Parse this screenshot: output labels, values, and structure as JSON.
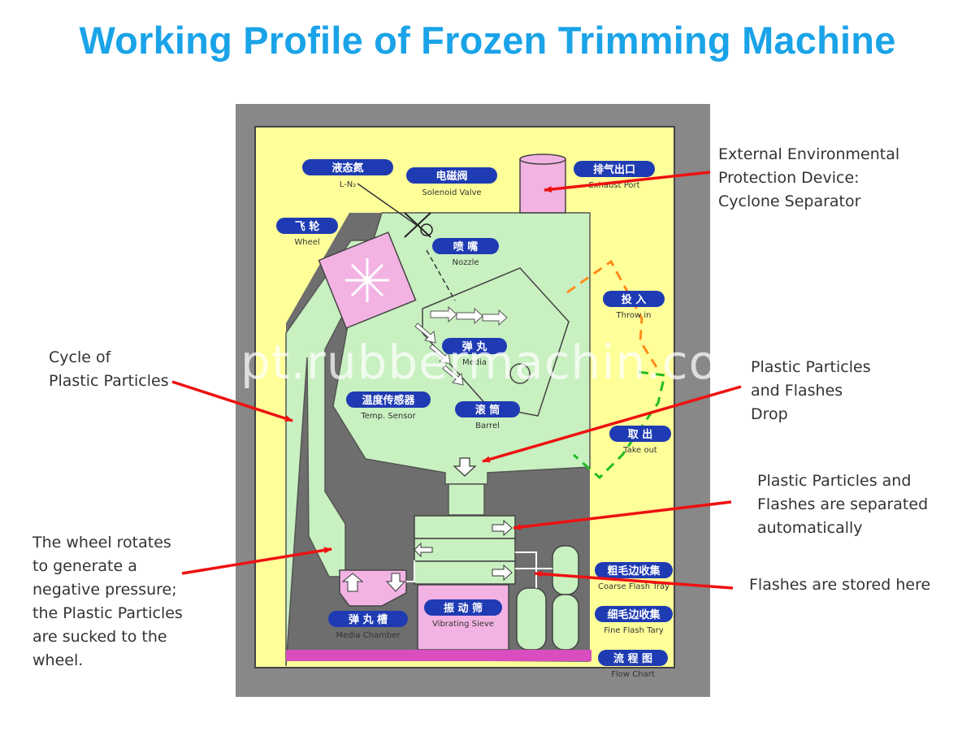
{
  "title": "Working Profile of Frozen Trimming Machine",
  "watermark": "pt.rubbermachin.com",
  "colors": {
    "title": "#1aa3e8",
    "frame": "#888888",
    "panel": "#ffff99",
    "chamber": "#c8f0c0",
    "pink": "#f2b3e3",
    "label_pill": "#1f3bb3",
    "arrow": "#ee1111",
    "throw_in_path": "#ff8c1a",
    "take_out_path": "#22bb22"
  },
  "icons": {
    "wheel": "fan-icon",
    "solenoid": "valve-icon",
    "drop": "down-arrow-icon"
  },
  "labels": {
    "ln2": {
      "zh": "液态氮",
      "en": "L-N₂"
    },
    "solenoid": {
      "zh": "电磁阀",
      "en": "Solenoid Valve"
    },
    "exhaust": {
      "zh": "排气出口",
      "en": "Exhaust Port"
    },
    "wheel": {
      "zh": "飞 轮",
      "en": "Wheel"
    },
    "nozzle": {
      "zh": "喷 嘴",
      "en": "Nozzle"
    },
    "throw_in": {
      "zh": "投 入",
      "en": "Throw in"
    },
    "media": {
      "zh": "弹 丸",
      "en": "Media"
    },
    "temp": {
      "zh": "温度传感器",
      "en": "Temp. Sensor"
    },
    "barrel": {
      "zh": "滚 筒",
      "en": "Barrel"
    },
    "take_out": {
      "zh": "取 出",
      "en": "Take out"
    },
    "coarse": {
      "zh": "粗毛边收集",
      "en": "Coarse Flash Tray"
    },
    "fine": {
      "zh": "细毛边收集",
      "en": "Fine Flash Tary"
    },
    "media_chamber": {
      "zh": "弹 丸 槽",
      "en": "Media Chamber"
    },
    "vibrating": {
      "zh": "振 动 筛",
      "en": "Vibrating Sieve"
    },
    "flow": {
      "zh": "流 程 图",
      "en": "Flow Chart"
    }
  },
  "captions": {
    "cyclone": [
      "External Environmental",
      "Protection Device:",
      "Cyclone Separator"
    ],
    "cycle": [
      "Cycle of",
      "Plastic Particles"
    ],
    "drop": [
      "Plastic Particles",
      "and Flashes",
      "Drop"
    ],
    "separated": [
      "Plastic Particles and",
      "Flashes are separated",
      "automatically"
    ],
    "wheel_rotates": [
      "The wheel rotates",
      "to generate a",
      "negative pressure;",
      "the Plastic Particles",
      "are sucked to the",
      "wheel."
    ],
    "stored": [
      "Flashes are stored here"
    ]
  }
}
